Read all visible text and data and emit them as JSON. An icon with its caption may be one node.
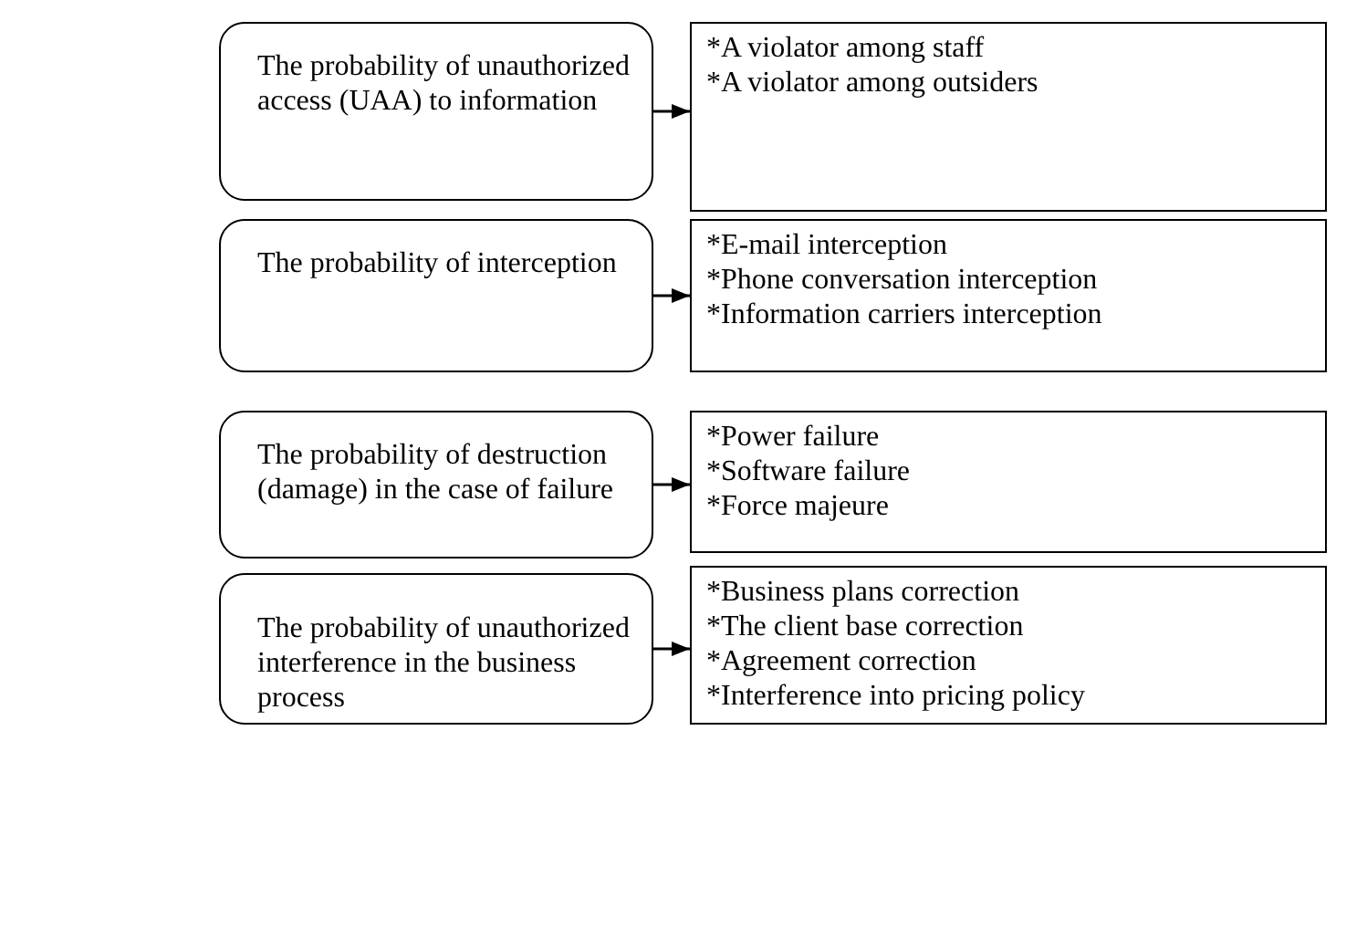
{
  "diagram": {
    "nodes": [
      {
        "text": [
          "The probability of unauthorized access (UAA) to information"
        ]
      },
      {
        "text": [
          "*A violator among staff",
          "*A violator among outsiders"
        ]
      },
      {
        "text": [
          "The probability of interception"
        ]
      },
      {
        "text": [
          "*E-mail interception",
          "*Phone conversation interception",
          "*Information carriers interception"
        ]
      },
      {
        "text": [
          "The probability of destruction (damage) in the case of failure"
        ]
      },
      {
        "text": [
          "*Power failure",
          "*Software failure",
          "*Force majeure"
        ]
      },
      {
        "text": [
          "The probability of unauthorized interference in the business process"
        ]
      },
      {
        "text": [
          "*Business plans correction",
          "*The client base correction",
          "*Agreement correction",
          "*Interference into pricing policy"
        ]
      }
    ],
    "edges": [
      {
        "from": 0,
        "to": 1,
        "arrow": "to"
      },
      {
        "from": 2,
        "to": 3,
        "arrow": "to"
      },
      {
        "from": 4,
        "to": 5,
        "arrow": "to"
      },
      {
        "from": 6,
        "to": 7,
        "arrow": "to"
      }
    ]
  }
}
